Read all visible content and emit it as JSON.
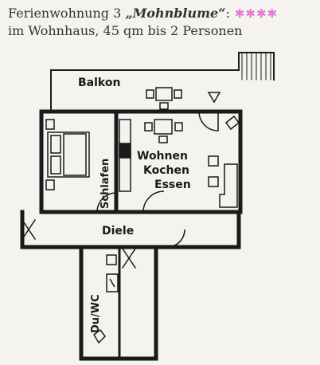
{
  "header": {
    "prefix": "Ferienwohnung 3 ",
    "name": "„Mohnblume“",
    "colon": ":",
    "stars": "✱✱✱✱",
    "subtitle": "im Wohnhaus, 45 qm bis 2 Personen"
  },
  "rooms": {
    "balkon": "Balkon",
    "schlafen": "Schlafen",
    "wohnen": "Wohnen",
    "kochen": "Kochen",
    "essen": "Essen",
    "diele": "Diele",
    "duwc": "Du/WC"
  },
  "colors": {
    "stars": "#e07ad2",
    "wall": "#1a1a1a",
    "background": "#f4f3ef"
  }
}
